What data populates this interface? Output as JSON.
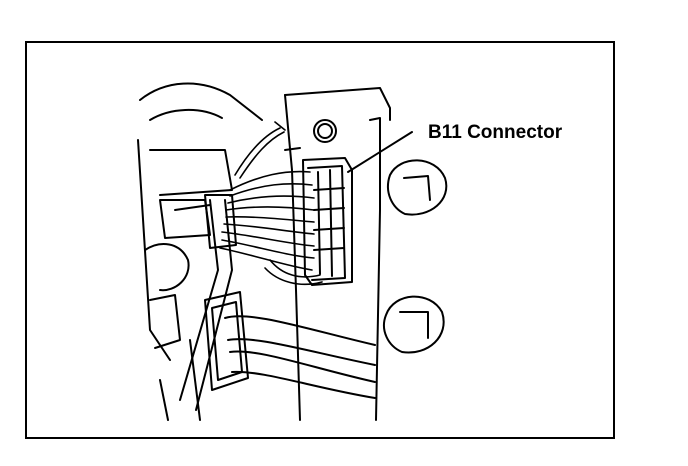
{
  "diagram": {
    "callout_label": "B11 Connector",
    "line_color": "#000000",
    "background_color": "#ffffff",
    "icons": [
      "connector",
      "wiring-harness",
      "mounting-bolt",
      "cable-grommet"
    ]
  }
}
